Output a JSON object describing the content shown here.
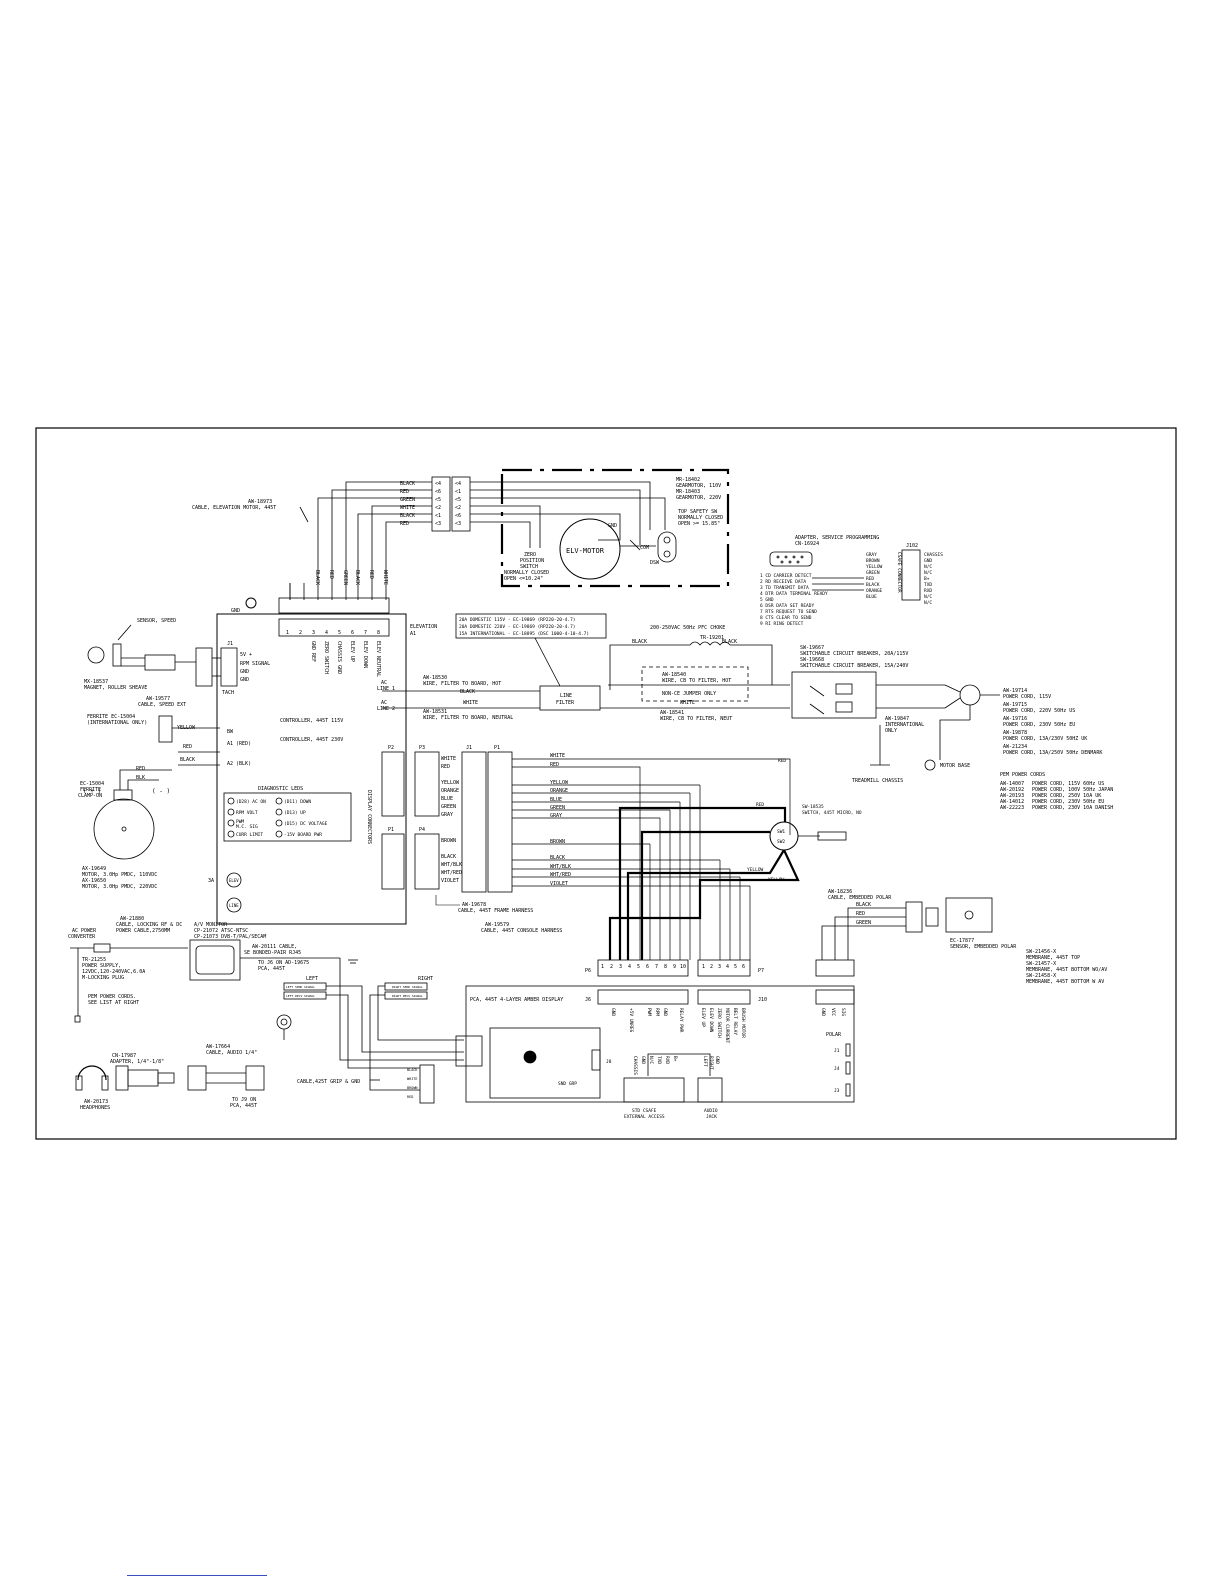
{
  "drawing": {
    "elevation_cable": {
      "part": "AW-18973",
      "desc": "CABLE, ELEVATION MOTOR, 445T"
    },
    "wire_colors_left": [
      "BLACK",
      "RED",
      "GREEN",
      "WHITE",
      "BLACK",
      "RED"
    ],
    "conn_left_pins": [
      "<4",
      "<6",
      "<5",
      "<2",
      "<1",
      "<3"
    ],
    "conn_right_pins": [
      "<4",
      "<1",
      "<5",
      "<2",
      "<6",
      "<3"
    ],
    "motor_label": "ELV-MOTOR",
    "gearmotor_lines": [
      "MR-18402",
      "GEARMOTOR, 110V",
      "MR-18403",
      "GEARMOTOR, 220V"
    ],
    "top_safety": [
      "TOP SAFETY SW",
      "NORMALLY CLOSED",
      "OPEN >= 15.85\""
    ],
    "zero_switch": [
      "ZERO",
      "POSITION",
      "SWITCH",
      "NORMALLY CLOSED",
      "OPEN <=10.24\""
    ],
    "motor_tags": {
      "gnd": "GND",
      "com": "COM",
      "dsw": "DSW"
    },
    "vertical_wires": [
      "BLACK",
      "RED",
      "GREEN",
      "BLACK",
      "RED",
      "WHITE"
    ],
    "elev_pins": [
      "1",
      "2",
      "3",
      "4",
      "5",
      "6",
      "7",
      "8"
    ],
    "elev_signals": [
      "GND REF",
      "ZERO SWITCH",
      "CHASSIS GND",
      "ELEV UP",
      "ELEV DOWN",
      "ELEV NEUTRAL"
    ],
    "elevation_label": [
      "ELEVATION",
      "A1"
    ],
    "gnd_label": "GND",
    "speed_sensor": {
      "title": "SENSOR, SPEED",
      "magnet": [
        "MX-18537",
        "MAGNET, ROLLER SHEAVE"
      ],
      "cable": [
        "AW-19577",
        "CABLE, SPEED EXT"
      ]
    },
    "tach": {
      "label": "TACH",
      "j1": "J1",
      "signals": [
        "5V +",
        "RPM SIGNAL",
        "GND",
        "GND"
      ]
    },
    "ferrite1": [
      "FERRITE EC-15004",
      "(INTERNATIONAL ONLY)"
    ],
    "ferrite2": [
      "EC-15004",
      "FERRITE",
      "CLAMP-ON"
    ],
    "motor_wires": {
      "yellow": "YELLOW",
      "red": "RED",
      "blk": "BLK",
      "red2": "RED",
      "black": "BLACK"
    },
    "motor_terms": {
      "bw": "BW",
      "a1": "A1 (RED)",
      "a2": "A2 (BLK)",
      "plus": "( + )",
      "minus": "( - )"
    },
    "drive_motor": [
      "AX-19649",
      "MOTOR, 3.0Hp PMDC, 110VDC",
      "AX-19650",
      "MOTOR, 3.0Hp PMDC, 220VDC"
    ],
    "controller": [
      "CONTROLLER, 445T 115V",
      "CONTROLLER, 445T 230V"
    ],
    "ac_lines": {
      "l1": [
        "AC",
        "LINE 1"
      ],
      "l2": [
        "AC",
        "LINE 2"
      ]
    },
    "diag_title": "DIAGNOSTIC LEDS",
    "diag_leds": [
      "(D28) AC ON",
      "(D11) DOWN",
      "RPM VOLT",
      "(D13) UP",
      "PWM",
      "M.C. SIG",
      "(D15) DC VOLTAGE",
      "CURR LIMIT",
      "-15V BOARD PWR"
    ],
    "fuse_label": "3A",
    "pot_labels": [
      "ELEV",
      "LINE"
    ],
    "display_connectors": "DISPLAY CONNECTORS",
    "fuse_table": [
      "20A DOMESTIC 115V - EC-19869 (RP220-20-4.7)",
      "20A DOMESTIC 220V - EC-19869 (RP220-20-4.7)",
      "15A INTERNATIONAL - EC-18895 (DSC 1000-4-10-4.7)"
    ],
    "choke": {
      "title": "200-250VAC 50Hz PFC CHOKE",
      "part": "TR-19201",
      "black1": "BLACK",
      "black2": "BLACK"
    },
    "line_filter": [
      "LINE",
      "FILTER"
    ],
    "wire_hot": [
      "AW-18530",
      "WIRE, FILTER TO BOARD, HOT",
      "BLACK"
    ],
    "wire_neutral": [
      "AW-18531",
      "WIRE, FILTER TO BOARD, NEUTRAL",
      "WHITE"
    ],
    "jumper": [
      "AW-18540",
      "WIRE, CB TO FILTER, HOT",
      "NON-CE JUMPER ONLY"
    ],
    "wire_cb_neut": [
      "WHITE",
      "AW-18541",
      "WIRE, CB TO FILTER, NEUT"
    ],
    "breaker": [
      "SW-19667",
      "SWITCHABLE CIRCUIT BREAKER, 20A/115V",
      "SW-19668",
      "SWITCHABLE CIRCUIT BREAKER, 15A/240V"
    ],
    "power_cords": [
      "AW-19714",
      "POWER CORD, 115V",
      "AW-19715",
      "POWER CORD, 220V 50Hz US",
      "AW-19716",
      "POWER CORD, 230V 50Hz EU",
      "AW-19878",
      "POWER CORD, 13A/230V 50HZ UK",
      "AW-21234",
      "POWER CORD, 13A/250V 50Hz DENMARK"
    ],
    "intl_ground": [
      "AW-19847",
      "INTERNATIONAL",
      "ONLY"
    ],
    "motor_base": "MOTOR BASE",
    "treadmill_chassis": "TREADMILL CHASSIS",
    "pem_title": "PEM POWER CORDS",
    "pem_cords": [
      [
        "AW-14007",
        "POWER CORD, 115V 60Hz US"
      ],
      [
        "AW-20192",
        "POWER CORD, 100V 50Hz JAPAN"
      ],
      [
        "AW-20193",
        "POWER CORD, 250V 10A UK"
      ],
      [
        "AW-14012",
        "POWER CORD, 230V 50Hz EU"
      ],
      [
        "AW-22223",
        "POWER CORD, 230V 10A DANISH"
      ]
    ],
    "adapter": {
      "title": "ADAPTER, SERVICE PROGRAMMING",
      "part": "CN-16924",
      "j102": "J102",
      "csafe": "CSAFE CONNECTOR"
    },
    "db9_signals": [
      "1  CD   CARRIER DETECT",
      "2  RD   RECEIVE DATA",
      "3  TD   TRANSMIT DATA",
      "4  DTR  DATA TERMINAL READY",
      "5  GND",
      "6  DSR  DATA SET READY",
      "7  RTS  REQUEST TO SEND",
      "8  CTS  CLEAR TO SEND",
      "9  RI   RING DETECT"
    ],
    "csafe_colors": [
      "GRAY",
      "BROWN",
      "YELLOW",
      "GREEN",
      "RED",
      "BLACK",
      "ORANGE",
      "BLUE"
    ],
    "csafe_signals": [
      "CHASSIS",
      "GND",
      "N/C",
      "N/C",
      "B+",
      "TXD",
      "RXD",
      "N/C",
      "N/C"
    ],
    "p2": "P2",
    "p3": "P3",
    "p1a": "P1",
    "p4": "P4",
    "j1a": "J1",
    "p1b": "P1",
    "p3_colors": [
      "WHITE",
      "RED",
      "YELLOW",
      "ORANGE",
      "BLUE",
      "GREEN",
      "GRAY"
    ],
    "p4_colors": [
      "BROWN",
      "BLACK",
      "WHT/BLK",
      "WHT/RED",
      "VIOLET"
    ],
    "right_colors": [
      "WHITE",
      "RED",
      "YELLOW",
      "ORANGE",
      "BLUE",
      "GREEN",
      "GRAY",
      "BROWN",
      "BLACK",
      "WHT/BLK",
      "WHT/RED",
      "VIOLET"
    ],
    "frame_harness": [
      "AW-19678",
      "CABLE, 445T FRAME HARNESS"
    ],
    "console_harness": [
      "AW-19579",
      "CABLE, 445T CONSOLE HARNESS"
    ],
    "sw_micro": [
      "SW-18535",
      "SWITCH, 445T MICRO, NO"
    ],
    "sw_terms": [
      "SW1",
      "SW2"
    ],
    "sw_wires": {
      "red1": "RED",
      "red2": "RED",
      "yellow1": "YELLOW",
      "yellow2": "YELLOW"
    },
    "polar_cable": [
      "AW-18236",
      "CABLE, EMBEDDED POLAR",
      "BLACK",
      "RED",
      "GREEN"
    ],
    "polar_sensor": [
      "EC-17877",
      "SENSOR, EMBEDDED POLAR"
    ],
    "membranes": [
      "SW-21456-X",
      "MEMBRANE, 445T TOP",
      "SW-21457-X",
      "MEMBRANE, 445T BOTTOM WO/AV",
      "SW-21458-X",
      "MEMBRANE, 445T BOTTOM W AV"
    ],
    "p6": "P6",
    "p7": "P7",
    "p6_pins": [
      "1",
      "2",
      "3",
      "4",
      "5",
      "6",
      "7",
      "8",
      "9",
      "10"
    ],
    "p7_pins": [
      "1",
      "2",
      "3",
      "4",
      "5",
      "6"
    ],
    "pca_title": "PCA, 445T 4-LAYER AMBER DISPLAY",
    "j6": "J6",
    "j10": "J10",
    "j8": "J8",
    "j6_signals": [
      "GND",
      "+5V UNREG",
      "PWM",
      "RPM",
      "GND",
      "RELAY PWR"
    ],
    "j10_signals": [
      "ELEV UP",
      "ELEV DOWN",
      "ZERO SWITCH",
      "MOTOR CURRENT",
      "BELT RELAY",
      "BRUSH MOTOR"
    ],
    "polar_signals": [
      "GND",
      "VCC",
      "SIG"
    ],
    "polar_label": "POLAR",
    "j_side": [
      "J1",
      "J4",
      "J3"
    ],
    "csafe_jack": [
      "CHASSIS",
      "GND",
      "N/C",
      "TXD",
      "RXD",
      "B+"
    ],
    "audio_jack_pins": [
      "LEFT",
      "RIGHT",
      "GND"
    ],
    "std_csafe": [
      "STD CSAFE",
      "EXTERNAL ACCESS"
    ],
    "audio_jack": [
      "AUDIO",
      "JACK"
    ],
    "snd_grp": "SND GRP",
    "ac_converter": [
      "AC POWER",
      "CONVERTER"
    ],
    "power_cable": [
      "AW-21880",
      "CABLE, LOCKING RF & DC",
      "POWER CABLE,2750MM"
    ],
    "power_supply": [
      "TR-21255",
      "POWER SUPPLY,",
      "12VDC,120-240VAC,6.0A",
      "M-LOCKING PLUG"
    ],
    "pem_note": [
      "PEM POWER CORDS.",
      "SEE LIST AT RIGHT"
    ],
    "av_monitor": [
      "A/V MONITOR",
      "CP-21072  ATSC-NTSC",
      "CP-21073 DVB-T/PAL/SECAM"
    ],
    "av_cable": [
      "AW-20111 CABLE,",
      "SE BONDED-PAIR RJ45",
      "TO J6 ON AD-19675",
      "PCA, 445T"
    ],
    "left_label": "LEFT",
    "right_label": "RIGHT",
    "left_pins": [
      "LEFT SEND SIGNAL",
      "LEFT RECV SIGNAL"
    ],
    "right_pins": [
      "RIGHT SEND SIGNAL",
      "RIGHT RECV SIGNAL"
    ],
    "audio_adapter": [
      "CN-17987",
      "ADAPTER, 1/4\"-1/8\""
    ],
    "headphones": [
      "AW-20173",
      "HEADPHONES"
    ],
    "audio_cable": [
      "AW-17664",
      "CABLE, AUDIO 1/4\"",
      "TO J9 ON",
      "PCA, 445T"
    ],
    "grip_cable": "CABLE,425T GRIP & GND",
    "grip_terms": [
      "BLACK",
      "WHITE",
      "BROWN",
      "RED"
    ]
  }
}
